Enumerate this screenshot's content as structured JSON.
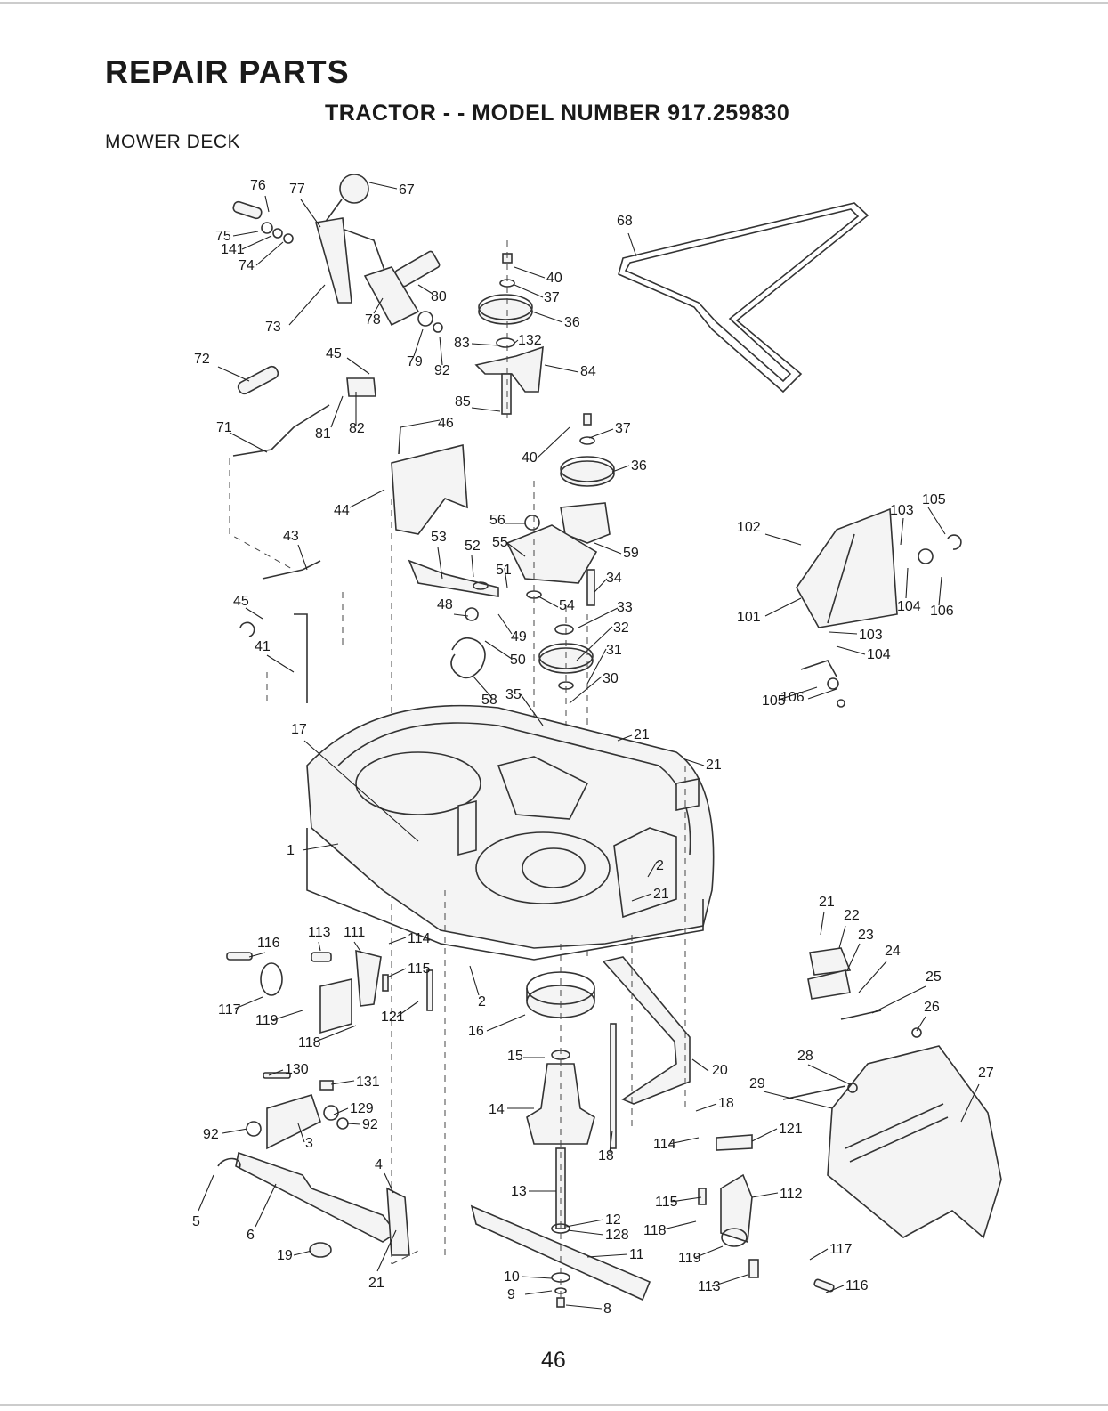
{
  "header": {
    "title": "REPAIR PARTS",
    "subtitle": "TRACTOR - - MODEL NUMBER 917.259830",
    "section": "MOWER DECK"
  },
  "page_number": "46",
  "callouts": [
    "76",
    "77",
    "67",
    "75",
    "141",
    "74",
    "73",
    "78",
    "80",
    "79",
    "92",
    "45",
    "72",
    "82",
    "81",
    "71",
    "68",
    "40",
    "37",
    "36",
    "83",
    "132",
    "84",
    "85",
    "46",
    "44",
    "43",
    "45",
    "41",
    "37",
    "40",
    "36",
    "56",
    "55",
    "59",
    "53",
    "52",
    "51",
    "34",
    "48",
    "54",
    "33",
    "49",
    "32",
    "50",
    "31",
    "58",
    "35",
    "30",
    "21",
    "21",
    "17",
    "1",
    "2",
    "21",
    "105",
    "103",
    "102",
    "104",
    "106",
    "101",
    "103",
    "104",
    "105",
    "106",
    "116",
    "113",
    "111",
    "114",
    "115",
    "117",
    "119",
    "121",
    "118",
    "2",
    "16",
    "15",
    "14",
    "20",
    "18",
    "18",
    "13",
    "12",
    "128",
    "11",
    "10",
    "9",
    "8",
    "130",
    "131",
    "129",
    "92",
    "92",
    "3",
    "4",
    "5",
    "6",
    "19",
    "21",
    "21",
    "22",
    "23",
    "24",
    "25",
    "26",
    "28",
    "29",
    "27",
    "121",
    "114",
    "112",
    "115",
    "118",
    "119",
    "117",
    "113",
    "116"
  ]
}
